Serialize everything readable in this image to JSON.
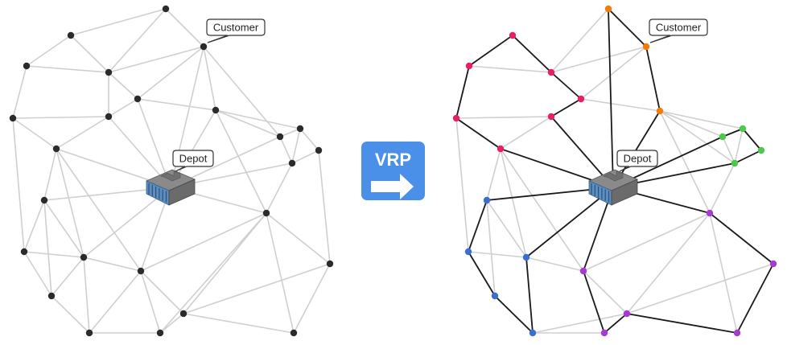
{
  "labels": {
    "customer": "Customer",
    "depot": "Depot",
    "vrp_button": "VRP"
  },
  "colors": {
    "node_default": "#2b2b2b",
    "edge_gray": "#cfcfcf",
    "route_edge": "#1a1a1a",
    "route_orange": "#f57c00",
    "route_pink": "#e91e63",
    "route_green": "#4cc94c",
    "route_blue": "#3a6fd0",
    "route_purple": "#a63ad6",
    "vrp_button_bg": "#4a90e8"
  },
  "icons": {
    "depot": "warehouse-icon",
    "arrow": "right-arrow-icon"
  }
}
